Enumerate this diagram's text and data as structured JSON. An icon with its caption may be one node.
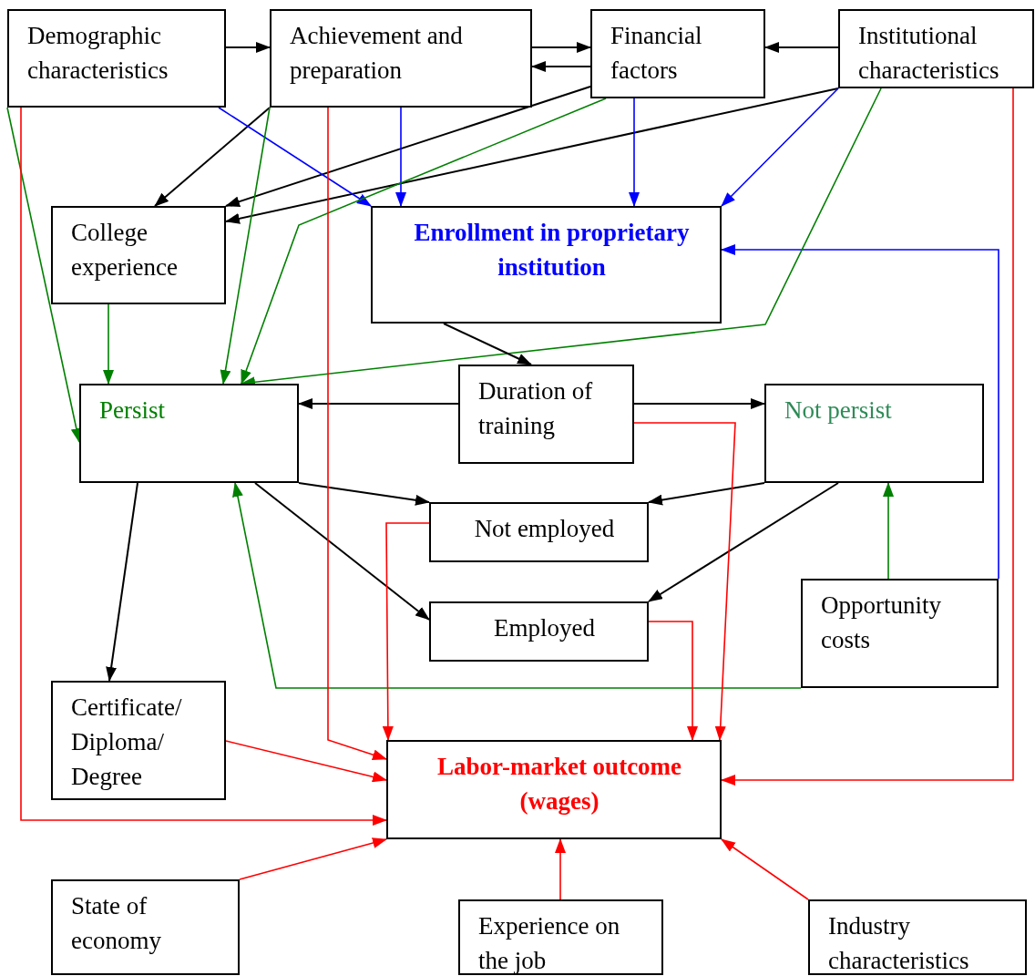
{
  "diagram": {
    "nodes": [
      {
        "text": [
          "Demographic characteristics"
        ]
      },
      {
        "text": [
          "Achievement and preparation"
        ]
      },
      {
        "text": [
          "Financial factors"
        ]
      },
      {
        "text": [
          "Institutional characteristics"
        ]
      },
      {
        "text": [
          "College experience"
        ]
      },
      {
        "text": [
          "Enrollment in proprietary institution"
        ]
      },
      {
        "text": [
          "Duration of training"
        ]
      },
      {
        "text": [
          "Persist"
        ]
      },
      {
        "text": [
          "Not persist"
        ]
      },
      {
        "text": [
          "Not employed"
        ]
      },
      {
        "text": [
          "Employed"
        ]
      },
      {
        "text": [
          "Opportunity costs"
        ]
      },
      {
        "text": [
          "Certificate/ Diploma/ Degree"
        ]
      },
      {
        "text": [
          "Labor-market outcome (wages)"
        ]
      },
      {
        "text": [
          "State of economy"
        ]
      },
      {
        "text": [
          "Experience on the job"
        ]
      },
      {
        "text": [
          "Industry characteristics"
        ]
      }
    ],
    "edges": [
      {
        "from": 0,
        "to": 1,
        "arrow": "to"
      },
      {
        "from": 1,
        "to": 2,
        "arrow": "to"
      },
      {
        "from": 2,
        "to": 1,
        "arrow": "to"
      },
      {
        "from": 3,
        "to": 2,
        "arrow": "to"
      },
      {
        "from": 1,
        "to": 4,
        "arrow": "to"
      },
      {
        "from": 2,
        "to": 4,
        "arrow": "to"
      },
      {
        "from": 3,
        "to": 4,
        "arrow": "to"
      },
      {
        "from": 0,
        "to": 5,
        "arrow": "to",
        "color": "#0000ff"
      },
      {
        "from": 1,
        "to": 5,
        "arrow": "to",
        "color": "#0000ff"
      },
      {
        "from": 2,
        "to": 5,
        "arrow": "to",
        "color": "#0000ff"
      },
      {
        "from": 3,
        "to": 5,
        "arrow": "to",
        "color": "#0000ff"
      },
      {
        "from": 11,
        "to": 5,
        "arrow": "to",
        "color": "#0000ff"
      },
      {
        "from": 0,
        "to": 7,
        "arrow": "to",
        "color": "#008000"
      },
      {
        "from": 1,
        "to": 7,
        "arrow": "to",
        "color": "#008000"
      },
      {
        "from": 2,
        "to": 7,
        "arrow": "to",
        "color": "#008000"
      },
      {
        "from": 3,
        "to": 7,
        "arrow": "to",
        "color": "#008000"
      },
      {
        "from": 4,
        "to": 7,
        "arrow": "to",
        "color": "#008000"
      },
      {
        "from": 5,
        "to": 6,
        "arrow": "to"
      },
      {
        "from": 6,
        "to": 7,
        "arrow": "to"
      },
      {
        "from": 6,
        "to": 8,
        "arrow": "to"
      },
      {
        "from": 7,
        "to": 12,
        "arrow": "to"
      },
      {
        "from": 7,
        "to": 9,
        "arrow": "to"
      },
      {
        "from": 7,
        "to": 10,
        "arrow": "to"
      },
      {
        "from": 8,
        "to": 9,
        "arrow": "to"
      },
      {
        "from": 8,
        "to": 10,
        "arrow": "to"
      },
      {
        "from": 11,
        "to": 8,
        "arrow": "to",
        "color": "#008000"
      },
      {
        "from": 11,
        "to": 7,
        "arrow": "to",
        "color": "#008000"
      },
      {
        "from": 0,
        "to": 13,
        "arrow": "to",
        "color": "#ff0000"
      },
      {
        "from": 1,
        "to": 13,
        "arrow": "to",
        "color": "#ff0000"
      },
      {
        "from": 12,
        "to": 13,
        "arrow": "to",
        "color": "#ff0000"
      },
      {
        "from": 9,
        "to": 13,
        "arrow": "to",
        "color": "#ff0000"
      },
      {
        "from": 10,
        "to": 13,
        "arrow": "to",
        "color": "#ff0000"
      },
      {
        "from": 6,
        "to": 13,
        "arrow": "to",
        "color": "#ff0000"
      },
      {
        "from": 3,
        "to": 13,
        "arrow": "to",
        "color": "#ff0000"
      },
      {
        "from": 14,
        "to": 13,
        "arrow": "to",
        "color": "#ff0000"
      },
      {
        "from": 15,
        "to": 13,
        "arrow": "to",
        "color": "#ff0000"
      },
      {
        "from": 16,
        "to": 13,
        "arrow": "to",
        "color": "#ff0000"
      }
    ]
  }
}
